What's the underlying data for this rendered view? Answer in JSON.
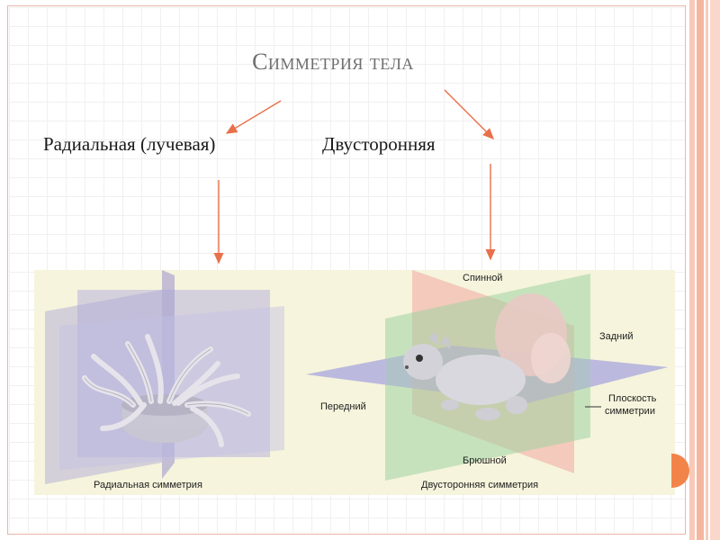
{
  "slide": {
    "title": "Симметрия тела",
    "left_branch": "Радиальная (лучевая)",
    "right_branch": "Двусторонняя"
  },
  "figure": {
    "radial_caption": "Радиальная симметрия",
    "bilateral_caption": "Двусторонняя симметрия",
    "dorsal": "Спинной",
    "ventral": "Брюшной",
    "anterior": "Передний",
    "posterior": "Задний",
    "plane_line1": "Плоскость",
    "plane_line2": "симметрии"
  },
  "colors": {
    "arrow": "#e8704a",
    "border": "#e9b7a7",
    "stripe": "#f4b69f",
    "accent": "#f2844a",
    "figure_bg": "#f6f4dc"
  }
}
